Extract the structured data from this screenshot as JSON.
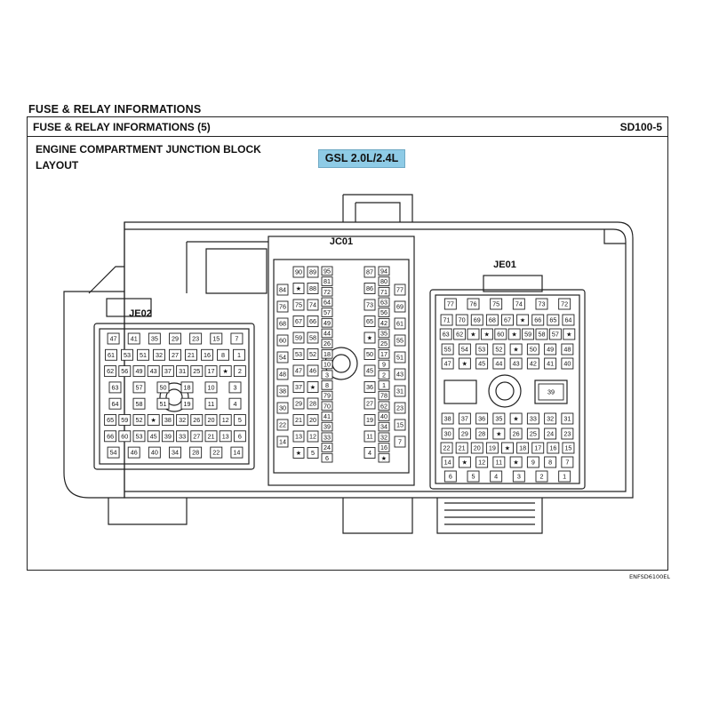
{
  "header": {
    "section": "FUSE & RELAY INFORMATIONS",
    "subsection": "FUSE & RELAY INFORMATIONS (5)",
    "code": "SD100-5"
  },
  "diagram": {
    "title_line1": "ENGINE COMPARTMENT JUNCTION BLOCK",
    "title_line2": "LAYOUT",
    "badge": "GSL 2.0L/2.4L",
    "figure_id": "ENFSD6100EL",
    "connectors": {
      "je02": {
        "label": "JE02",
        "rows": [
          [
            "47",
            "41",
            "35",
            "29",
            "23",
            "15",
            "7"
          ],
          [
            "61",
            "53",
            "51",
            "32",
            "27",
            "21",
            "16",
            "8",
            "1"
          ],
          [
            "62",
            "56",
            "49",
            "43",
            "37",
            "31",
            "25",
            "17",
            "★",
            "2"
          ],
          [
            "63",
            "57",
            "50",
            "18",
            "10",
            "3"
          ],
          [
            "64",
            "58",
            "51",
            "19",
            "11",
            "4"
          ],
          [
            "65",
            "59",
            "52",
            "★",
            "38",
            "32",
            "26",
            "20",
            "12",
            "5"
          ],
          [
            "66",
            "60",
            "53",
            "45",
            "39",
            "33",
            "27",
            "21",
            "13",
            "6"
          ],
          [
            "54",
            "46",
            "40",
            "34",
            "28",
            "22",
            "14"
          ]
        ]
      },
      "jc01": {
        "label": "JC01",
        "outer_left": [
          "84",
          "76",
          "68",
          "60",
          "54",
          "48",
          "38",
          "30",
          "22",
          "14"
        ],
        "outer_right": [
          "77",
          "69",
          "61",
          "55",
          "51",
          "43",
          "31",
          "23",
          "15",
          "7"
        ],
        "inner_left": [
          "90",
          "★",
          "75",
          "67",
          "59",
          "53",
          "47",
          "37",
          "29",
          "21",
          "13",
          "★"
        ],
        "inner_mid_left": [
          "89",
          "88",
          "74",
          "66",
          "58",
          "52",
          "46",
          "★",
          "28",
          "20",
          "12",
          "5"
        ],
        "inner_mid_right": [
          "87",
          "86",
          "73",
          "65",
          "★",
          "50",
          "45",
          "36",
          "27",
          "19",
          "11",
          "4"
        ],
        "inner_right": [
          "95",
          "94",
          "81",
          "80",
          "72",
          "71",
          "64",
          "63",
          "57",
          "56",
          "49",
          "42",
          "44",
          "35",
          "26",
          "25",
          "18",
          "17",
          "10",
          "9",
          "3",
          "2",
          "8",
          "1",
          "79",
          "78",
          "70",
          "62",
          "41",
          "40",
          "39",
          "34",
          "33",
          "32",
          "24",
          "16",
          "6",
          "★"
        ]
      },
      "je01": {
        "label": "JE01",
        "rows": [
          [
            "77",
            "76",
            "75",
            "74",
            "73",
            "72"
          ],
          [
            "71",
            "70",
            "69",
            "68",
            "67",
            "★",
            "66",
            "65",
            "64"
          ],
          [
            "63",
            "62",
            "★",
            "★",
            "60",
            "★",
            "59",
            "58",
            "57",
            "★"
          ],
          [
            "55",
            "54",
            "53",
            "52",
            "★",
            "50",
            "49",
            "48"
          ],
          [
            "47",
            "★",
            "45",
            "44",
            "43",
            "42",
            "41",
            "40"
          ],
          [
            "39"
          ],
          [
            "38",
            "37",
            "36",
            "35",
            "★",
            "33",
            "32",
            "31"
          ],
          [
            "30",
            "29",
            "28",
            "★",
            "26",
            "25",
            "24",
            "23"
          ],
          [
            "22",
            "21",
            "20",
            "19",
            "★",
            "18",
            "17",
            "16",
            "15"
          ],
          [
            "14",
            "★",
            "12",
            "11",
            "★",
            "9",
            "8",
            "7"
          ],
          [
            "6",
            "5",
            "4",
            "3",
            "2",
            "1"
          ]
        ]
      }
    }
  }
}
